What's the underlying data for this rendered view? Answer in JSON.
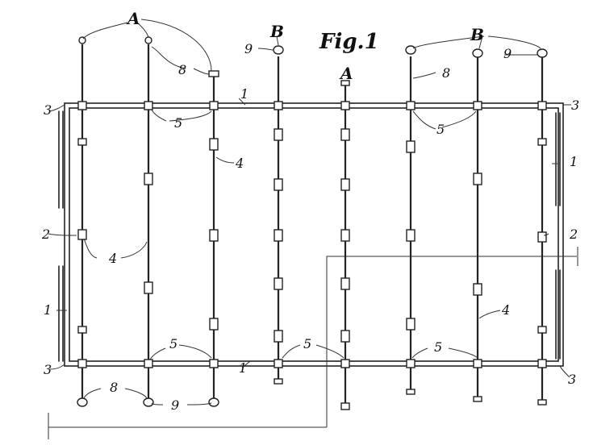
{
  "figure_title": "Fig.1",
  "labels": {
    "A": "A",
    "B": "B",
    "n1": "1",
    "n2": "2",
    "n3": "3",
    "n4": "4",
    "n5": "5",
    "n8": "8",
    "n9": "9"
  }
}
